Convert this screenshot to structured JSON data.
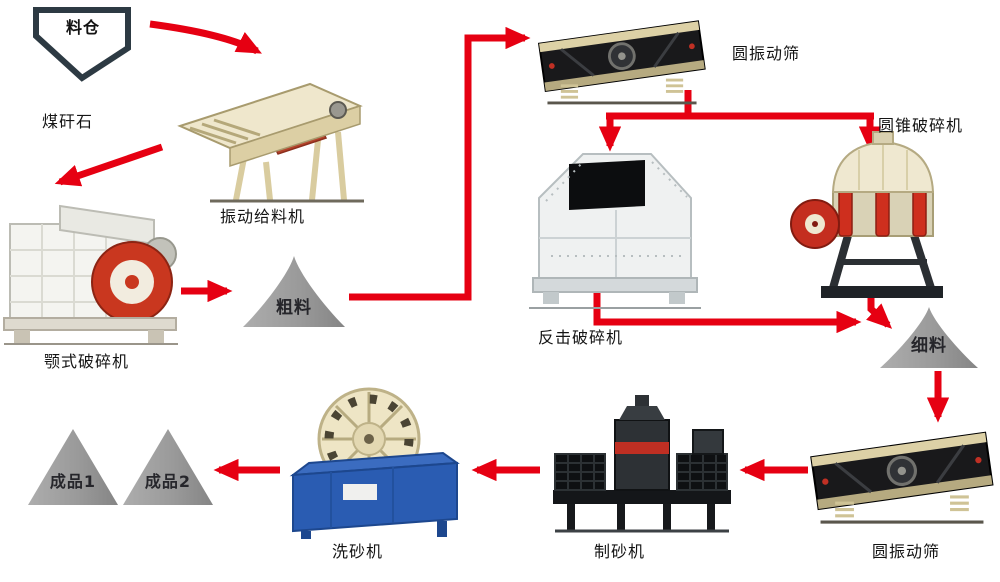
{
  "diagram": {
    "type": "process-flow",
    "description": "coal gangue crushing and sand production line flow"
  },
  "colors": {
    "arrow_red": "#e60012",
    "pile_gray": "#9a9a9a",
    "silo_outline": "#2d3a43",
    "washer_blue": "#2a5cb2",
    "machine_beige": "#efe7cc",
    "label_text": "#141414"
  },
  "nodes": {
    "silo": {
      "label": "料仓"
    },
    "material": {
      "label": "煤矸石"
    },
    "feeder": {
      "label": "振动给料机"
    },
    "jaw_crusher": {
      "label": "颚式破碎机"
    },
    "coarse_pile": {
      "label": "粗料"
    },
    "screen_top": {
      "label": "圆振动筛"
    },
    "impact_crusher": {
      "label": "反击破碎机"
    },
    "cone_crusher": {
      "label": "圆锥破碎机"
    },
    "fine_pile": {
      "label": "细料"
    },
    "screen_bottom": {
      "label": "圆振动筛"
    },
    "sand_maker": {
      "label": "制砂机"
    },
    "sand_washer": {
      "label": "洗砂机"
    },
    "product_1": {
      "label": "成品1"
    },
    "product_2": {
      "label": "成品2"
    }
  }
}
